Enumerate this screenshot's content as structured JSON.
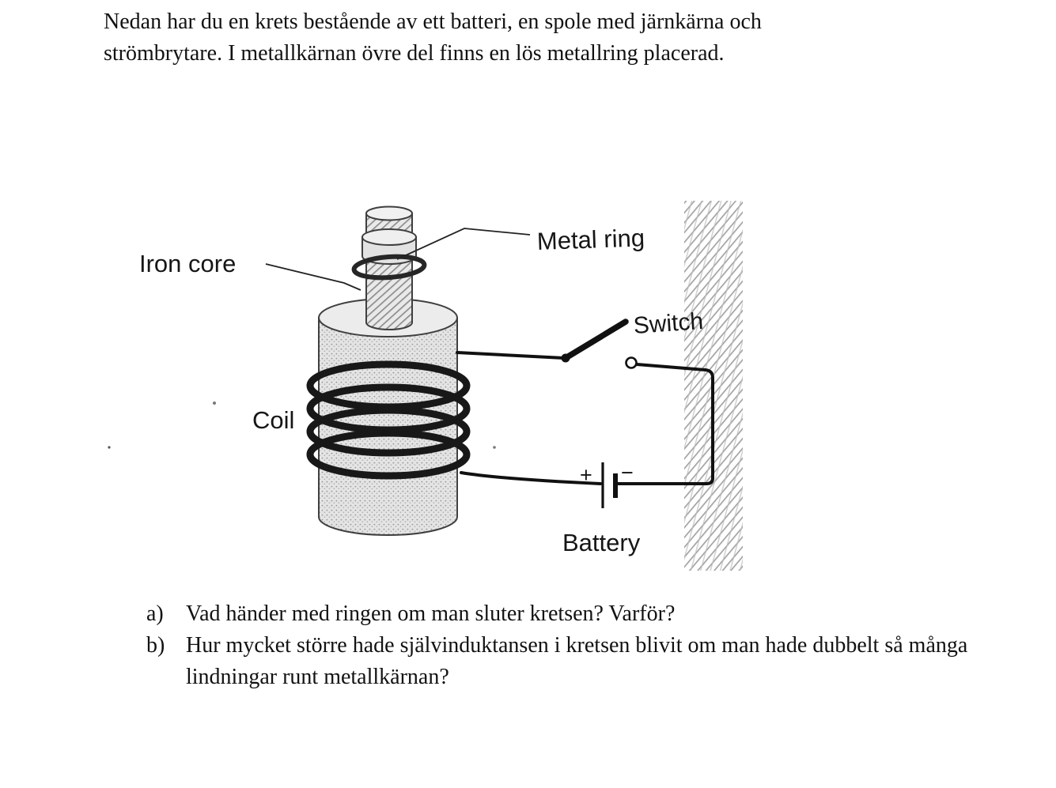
{
  "intro": {
    "line1": "Nedan har du en krets bestående av ett batteri, en spole med järnkärna och",
    "line2": "strömbrytare. I metallkärnan övre del finns en lös metallring placerad."
  },
  "figure": {
    "labels": {
      "iron_core": "Iron core",
      "metal_ring": "Metal ring",
      "switch": "Switch",
      "coil": "Coil",
      "battery": "Battery",
      "battery_plus": "+",
      "battery_minus": "−"
    }
  },
  "questions": [
    {
      "marker": "a)",
      "text": "Vad händer med ringen om man sluter kretsen? Varför?"
    },
    {
      "marker": "b)",
      "text": "Hur mycket större hade självinduktansen i kretsen blivit om man hade dubbelt så många lindningar runt metallkärnan?"
    }
  ]
}
